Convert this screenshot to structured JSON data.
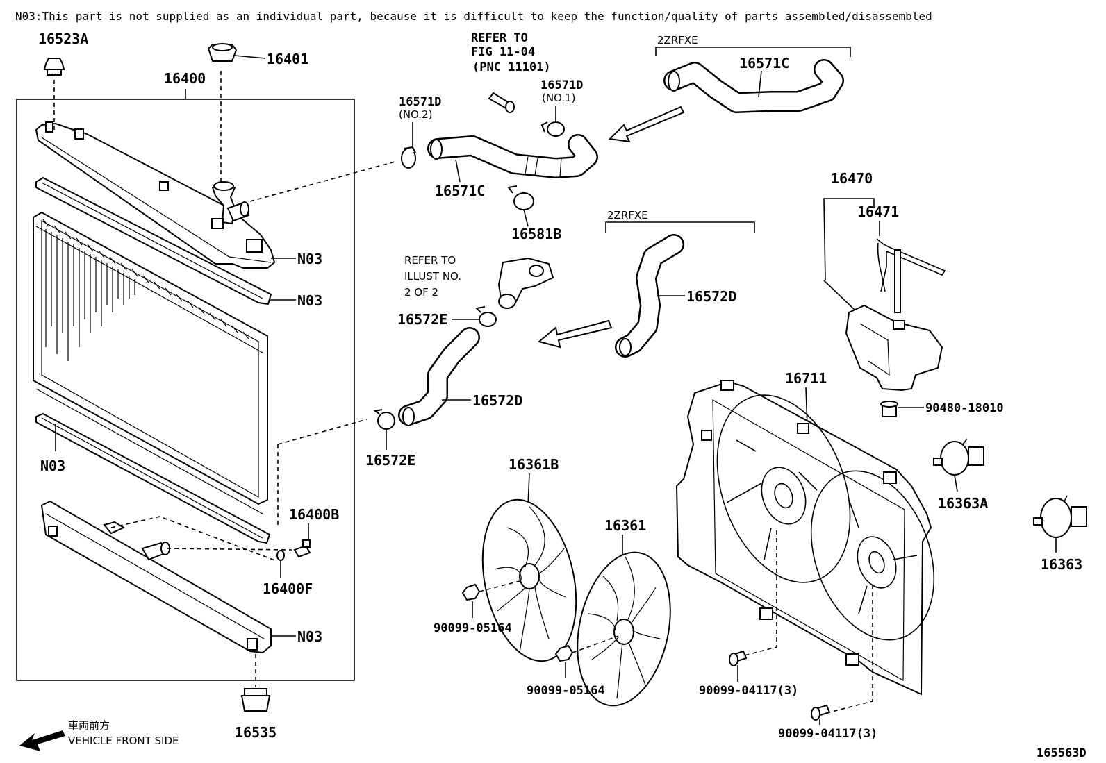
{
  "note": "N03:This part is not supplied as an individual part, because it is difficult to keep the function/quality of parts assembled/disassembled",
  "parts": {
    "p16523A": "16523A",
    "p16401": "16401",
    "p16400": "16400",
    "n03_a": "N03",
    "n03_b": "N03",
    "n03_c": "N03",
    "n03_d": "N03",
    "p16400B": "16400B",
    "p16400F": "16400F",
    "p16535": "16535",
    "p16571D_no2": "16571D",
    "p16571D_no2_sub": "(NO.2)",
    "p16571D_no1": "16571D",
    "p16571D_no1_sub": "(NO.1)",
    "p16571C_main": "16571C",
    "p16571C_alt": "16571C",
    "p16581B": "16581B",
    "p16572E_top": "16572E",
    "p16572E_bottom": "16572E",
    "p16572D_main": "16572D",
    "p16572D_alt": "16572D",
    "p16470": "16470",
    "p16471": "16471",
    "p90480": "90480-18010",
    "p16711": "16711",
    "p16363A": "16363A",
    "p16363": "16363",
    "p16361B": "16361B",
    "p16361": "16361",
    "p90099_05164_a": "90099-05164",
    "p90099_05164_b": "90099-05164",
    "p90099_04117_a": "90099-04117(3)",
    "p90099_04117_b": "90099-04117(3)"
  },
  "refs": {
    "fig_line1": "REFER TO",
    "fig_line2": "FIG 11-04",
    "fig_line3": "(PNC 11101)",
    "illust_line1": "REFER TO",
    "illust_line2": "ILLUST NO.",
    "illust_line3": "2 OF 2"
  },
  "engine_labels": {
    "top": "2ZRFXE",
    "middle": "2ZRFXE"
  },
  "front": {
    "japanese": "車両前方",
    "english": "VEHICLE FRONT SIDE"
  },
  "diagram_id": "165563D"
}
